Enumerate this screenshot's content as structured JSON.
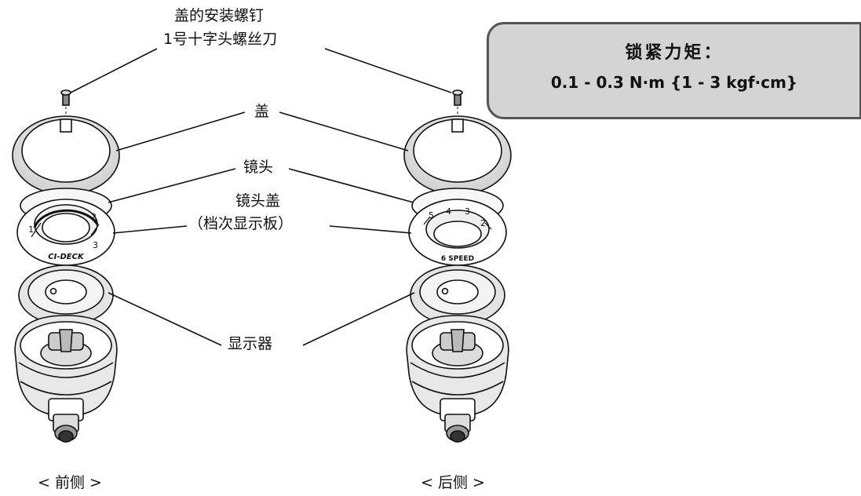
{
  "labels": {
    "screw_line1": "盖的安装螺钉",
    "screw_line2": "1号十字头螺丝刀",
    "cover": "盖",
    "lens": "镜头",
    "lens_cover_line1": "镜头盖",
    "lens_cover_line2": "（档次显示板）",
    "display": "显示器"
  },
  "torque": {
    "title": "锁紧力矩：",
    "value": "0.1 - 0.3 N·m {1 - 3 kgf·cm}"
  },
  "plate_text": {
    "front_brand": "CI-DECK",
    "rear_brand": "6 SPEED",
    "front_numbers": [
      "1",
      "2",
      "3"
    ],
    "rear_numbers": [
      "5",
      "4",
      "3",
      "2"
    ]
  },
  "views": {
    "front": "< 前侧 >",
    "rear": "< 后侧 >"
  },
  "colors": {
    "torque_box_fill": "#d4d4d4",
    "torque_box_border": "#555555",
    "line_art": "#111111"
  }
}
